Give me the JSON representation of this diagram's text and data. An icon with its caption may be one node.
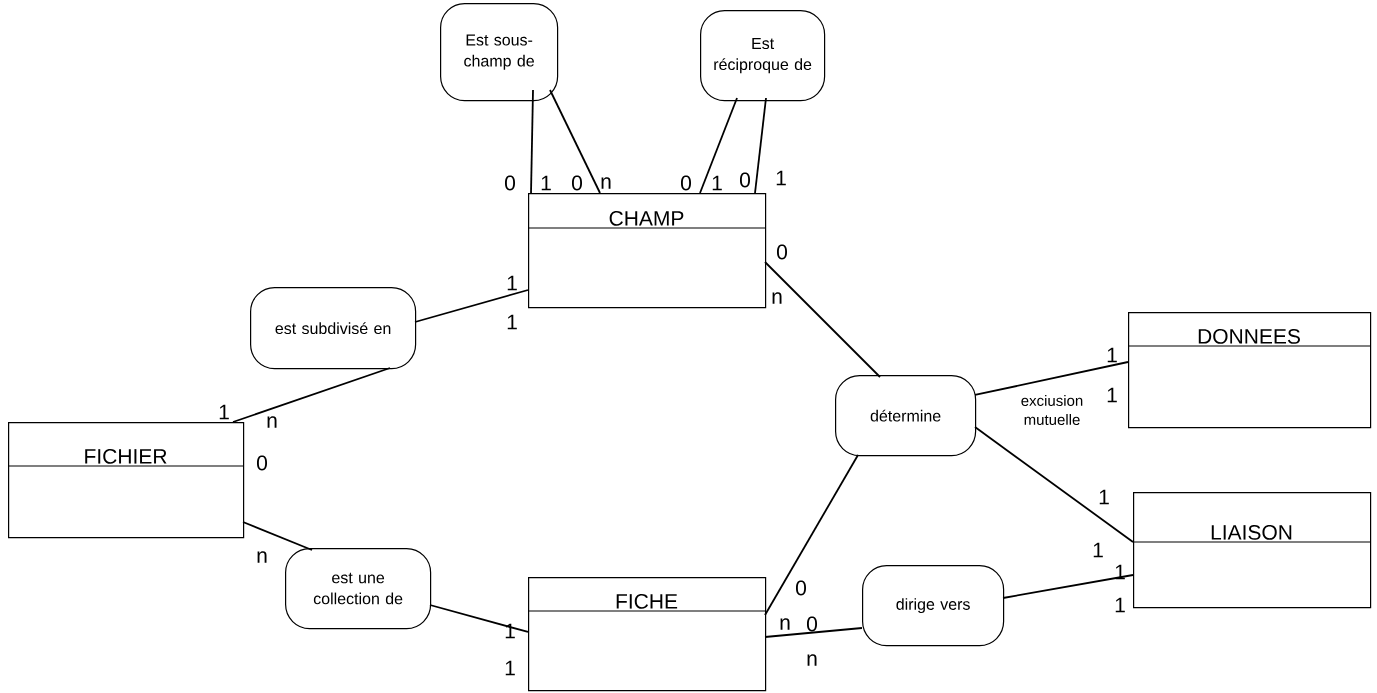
{
  "diagram": {
    "nodes": [
      {
        "text": [
          "Est sous-champ de"
        ]
      },
      {
        "text": [
          "Est réciproque de"
        ]
      },
      {
        "text": [
          "CHAMP"
        ]
      },
      {
        "text": [
          "est subdivisé en"
        ]
      },
      {
        "text": [
          "FICHIER"
        ]
      },
      {
        "text": [
          "détermine"
        ]
      },
      {
        "text": [
          "DONNEES"
        ]
      },
      {
        "text": [
          "LIAISON"
        ]
      },
      {
        "text": [
          "est une collection de"
        ]
      },
      {
        "text": [
          "FICHE"
        ]
      },
      {
        "text": [
          "dirige vers"
        ]
      }
    ],
    "edges": [
      {
        "from": 0,
        "to": 2,
        "arrow": "none"
      },
      {
        "from": 0,
        "to": 2,
        "arrow": "none"
      },
      {
        "from": 1,
        "to": 2,
        "arrow": "none"
      },
      {
        "from": 1,
        "to": 2,
        "arrow": "none"
      },
      {
        "from": 3,
        "to": 2,
        "arrow": "none"
      },
      {
        "from": 3,
        "to": 4,
        "arrow": "none"
      },
      {
        "from": 2,
        "to": 5,
        "arrow": "none"
      },
      {
        "from": 5,
        "to": 6,
        "arrow": "none"
      },
      {
        "from": 5,
        "to": 7,
        "arrow": "none"
      },
      {
        "from": 5,
        "to": 9,
        "arrow": "none"
      },
      {
        "from": 8,
        "to": 4,
        "arrow": "none"
      },
      {
        "from": 8,
        "to": 9,
        "arrow": "none"
      },
      {
        "from": 10,
        "to": 9,
        "arrow": "none"
      },
      {
        "from": 10,
        "to": 7,
        "arrow": "none"
      }
    ],
    "labels": [
      "0",
      "1",
      "0",
      "n",
      "0",
      "1",
      "0",
      "1",
      "0",
      "1",
      "n",
      "1",
      "1",
      "1",
      "1",
      "n",
      "exciusion mutuelle",
      "0",
      "1",
      "1",
      "n",
      "1",
      "0",
      "1",
      "n",
      "0",
      "1",
      "n",
      "1"
    ]
  }
}
